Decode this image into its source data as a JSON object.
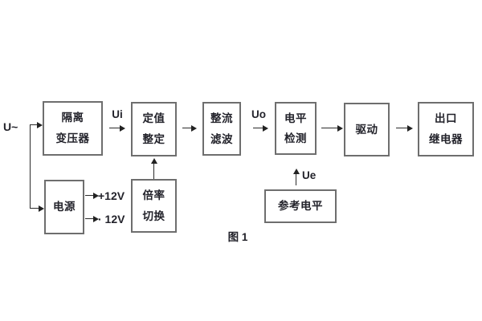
{
  "figure": {
    "caption": "图 1"
  },
  "signals": {
    "input": "U~",
    "ui": "Ui",
    "uo": "Uo",
    "ue": "Ue",
    "plus12": "+12V",
    "minus12": "· 12V"
  },
  "blocks": {
    "isolation_transformer": {
      "line1": "隔离",
      "line2": "变压器"
    },
    "setpoint": {
      "line1": "定值",
      "line2": "整定"
    },
    "rectifier_filter": {
      "line1": "整流",
      "line2": "滤波"
    },
    "level_detection": {
      "line1": "电平",
      "line2": "检测"
    },
    "drive": {
      "label": "驱动"
    },
    "output_relay": {
      "line1": "出口",
      "line2": "继电器"
    },
    "power_supply": {
      "label": "电源"
    },
    "ratio_switch": {
      "line1": "倍率",
      "line2": "切换"
    },
    "reference_level": {
      "label": "参考电平"
    }
  },
  "colors": {
    "background": "#ffffff",
    "box_border": "#6e6e6e",
    "line": "#2b2b2b",
    "text": "#23232b"
  }
}
